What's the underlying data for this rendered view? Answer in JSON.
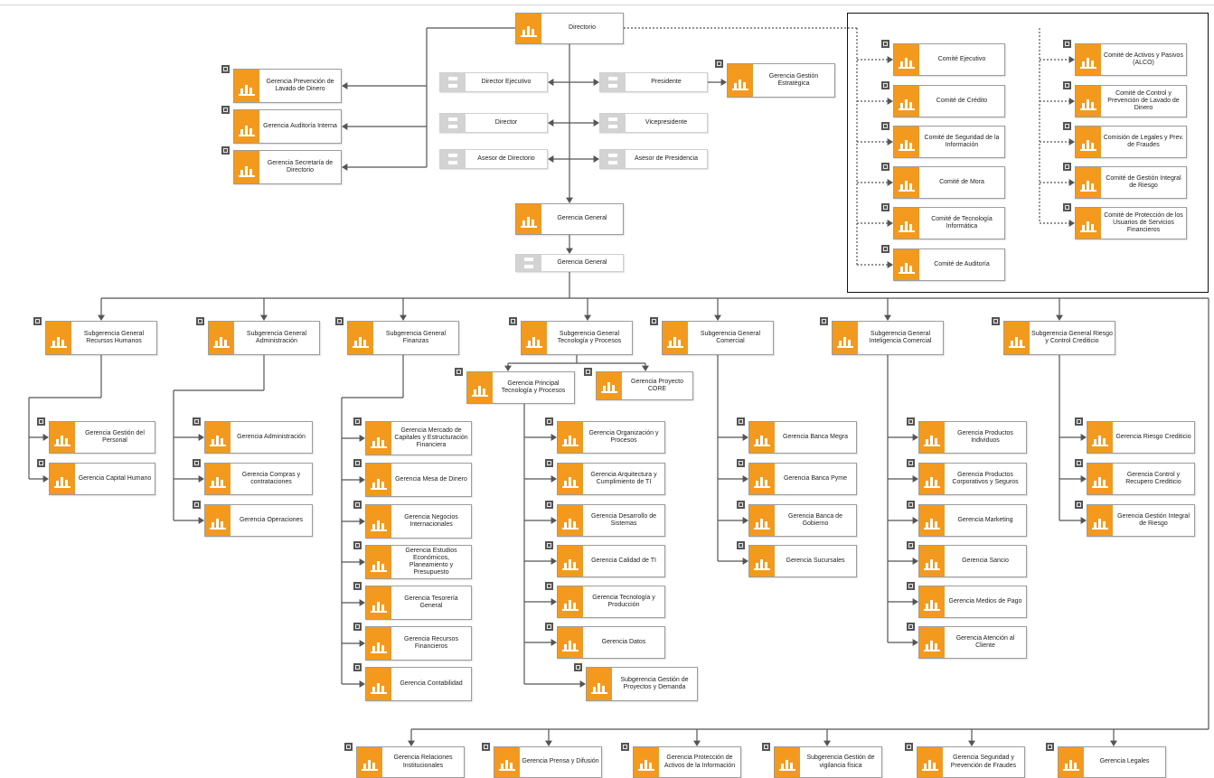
{
  "colors": {
    "accent": "#f39a1e",
    "staff": "#d3d3d3",
    "line": "#555555"
  },
  "icons": {
    "unit": "bar-chart-icon",
    "staff": "document-icon",
    "marker": "org-unit-marker-icon"
  },
  "nodes": {
    "directorio": "Directorio",
    "gerencia_prevencion_lavado": "Gerencia Prevención de Lavado de Dinero",
    "gerencia_auditoria_interna": "Gerencia Auditoría Interna",
    "gerencia_secretaria_directorio": "Gerencia Secretaría de Directorio",
    "director_ejecutivo": "Director Ejecutivo",
    "presidente": "Presidente",
    "director": "Director",
    "vicepresidente": "Vicepresidente",
    "asesor_directorio": "Asesor de Directorio",
    "asesor_presidencia": "Asesor de Presidencia",
    "gerencia_gestion_estrategica": "Gerencia Gestión Estratégica",
    "comite_ejecutivo": "Comité Ejecutivo",
    "comite_credito": "Comité de Crédito",
    "comite_seguridad_informacion": "Comité de Seguridad de la Información",
    "comite_mora": "Comité de Mora",
    "comite_tecnologia": "Comité de Tecnología Informática",
    "comite_auditoria": "Comité de Auditoría",
    "comite_activos_pasivos": "Comité de Activos y Pasivos (ALCO)",
    "comite_control_prevencion": "Comité de Control y Prevención de Lavado de Dinero",
    "comision_legales": "Comisión de Legales y Prev. de Fraudes",
    "comite_gestion_riesgo": "Comité de Gestión Integral de Riesgo",
    "comite_proteccion_usuarios": "Comité de Protección de los Usuarios de Servicios Financieros",
    "gerencia_general_1": "Gerencia General",
    "gerencia_general_2": "Gerencia General",
    "sg_recursos_humanos": "Subgerencia General Recursos Humanos",
    "sg_administracion": "Subgerencia General Administración",
    "sg_finanzas": "Subgerencia General Finanzas",
    "sg_tecnologia_procesos": "Subgerencia General Tecnología y Procesos",
    "sg_comercial": "Subgerencia General Comercial",
    "sg_inteligencia_comercial": "Subgerencia General Inteligencia Comercial",
    "sg_riesgo_control": "Subgerencia General Riesgo y Control Crediticio",
    "gp_tecnologia_procesos": "Gerencia Principal Tecnología y Procesos",
    "gerencia_proyecto_core": "Gerencia Proyecto CORE",
    "gerencia_gestion_personal": "Gerencia Gestión del Personal",
    "gerencia_capital_humano": "Gerencia Capital Humano",
    "gerencia_administracion": "Gerencia Administración",
    "gerencia_compras": "Gerencia Compras y contrataciones",
    "gerencia_operaciones": "Gerencia Operaciones",
    "gerencia_mercado_capitales": "Gerencia Mercado de Capitales y Estructuración Financiera",
    "gerencia_mesa_dinero": "Gerencia Mesa de Dinero",
    "gerencia_negocios_internacionales": "Gerencia Negocios Internacionales",
    "gerencia_estudios_economicos": "Gerencia Estudios Económicos, Planeamiento y Presupuesto",
    "gerencia_tesoreria": "Gerencia Tesorería General",
    "gerencia_recursos_financieros": "Gerencia Recursos Financieros",
    "gerencia_contabilidad": "Gerencia Contabilidad",
    "gerencia_organizacion": "Gerencia Organización y Procesos",
    "gerencia_arquitectura": "Gerencia Arquitectura y Cumplimiento de TI",
    "gerencia_desarrollo": "Gerencia Desarrollo de Sistemas",
    "gerencia_calidad_ti": "Gerencia Calidad de TI",
    "gerencia_tecnologia_produccion": "Gerencia Tecnología y Producción",
    "gerencia_datos": "Gerencia Datos",
    "sg_gestion_proyectos": "Subgerencia Gestión de Proyectos y Demanda",
    "gerencia_banca_megra": "Gerencia Banca Megra",
    "gerencia_banca_pyme": "Gerencia Banca Pyme",
    "gerencia_banca_gobierno": "Gerencia Banca de Gobierno",
    "gerencia_sucursales": "Gerencia Sucursales",
    "gerencia_productos_individuos": "Gerencia Productos Individuos",
    "gerencia_productos_corporativos": "Gerencia Productos Corporativos y Seguros",
    "gerencia_marketing": "Gerencia Marketing",
    "gerencia_sancio": "Gerencia Sancio",
    "gerencia_medios_pago": "Gerencia Medios de Pago",
    "gerencia_atencion_cliente": "Gerencia Atención al Cliente",
    "gerencia_riesgo_crediticio": "Gerencia Riesgo Crediticio",
    "gerencia_control_recupero": "Gerencia Control y Recupero Crediticio",
    "gerencia_gestion_integral_riesgo": "Gerencia Gestión Integral de Riesgo",
    "gerencia_relaciones_institucionales": "Gerencia Relaciones Institucionales",
    "gerencia_prensa_difusion": "Gerencia Prensa y Difusión",
    "gerencia_proteccion_activos": "Gerencia Protección de Activos de la Información",
    "sg_vigilancia": "Subgerencia Gestión de vigilancia física",
    "gerencia_seguridad_prevencion": "Gerencia Seguridad y Prevención de Fraudes",
    "gerencia_legales": "Gerencia Legales"
  }
}
